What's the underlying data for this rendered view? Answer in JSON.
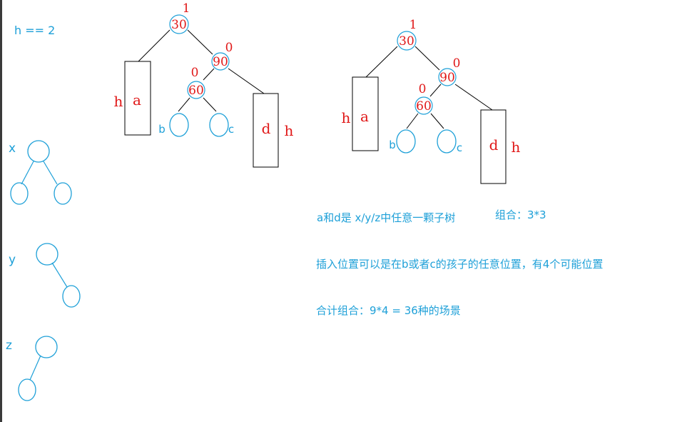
{
  "colors": {
    "blue": "#1ea0d8",
    "red": "#e01818",
    "black": "#000000"
  },
  "header": {
    "height_label": "h == 2"
  },
  "shapes": {
    "x_label": "x",
    "y_label": "y",
    "z_label": "z"
  },
  "tree_left": {
    "root_value": "30",
    "root_balance": "1",
    "right_value": "90",
    "right_balance": "0",
    "inner_value": "60",
    "inner_balance": "0",
    "subtree_a": "a",
    "subtree_d": "d",
    "height_a": "h",
    "height_d": "h",
    "leaf_b": "b",
    "leaf_c": "c"
  },
  "tree_right": {
    "root_value": "30",
    "root_balance": "1",
    "right_value": "90",
    "right_balance": "0",
    "inner_value": "60",
    "inner_balance": "0",
    "subtree_a": "a",
    "subtree_d": "d",
    "height_a": "h",
    "height_d": "h",
    "leaf_b": "b",
    "leaf_c": "c"
  },
  "notes": {
    "line1": "a和d是 x/y/z中任意一颗子树",
    "line1_suffix": "组合：3*3",
    "line2": "插入位置可以是在b或者c的孩子的任意位置，有4个可能位置",
    "line3": "合计组合：9*4 = 36种的场景"
  }
}
